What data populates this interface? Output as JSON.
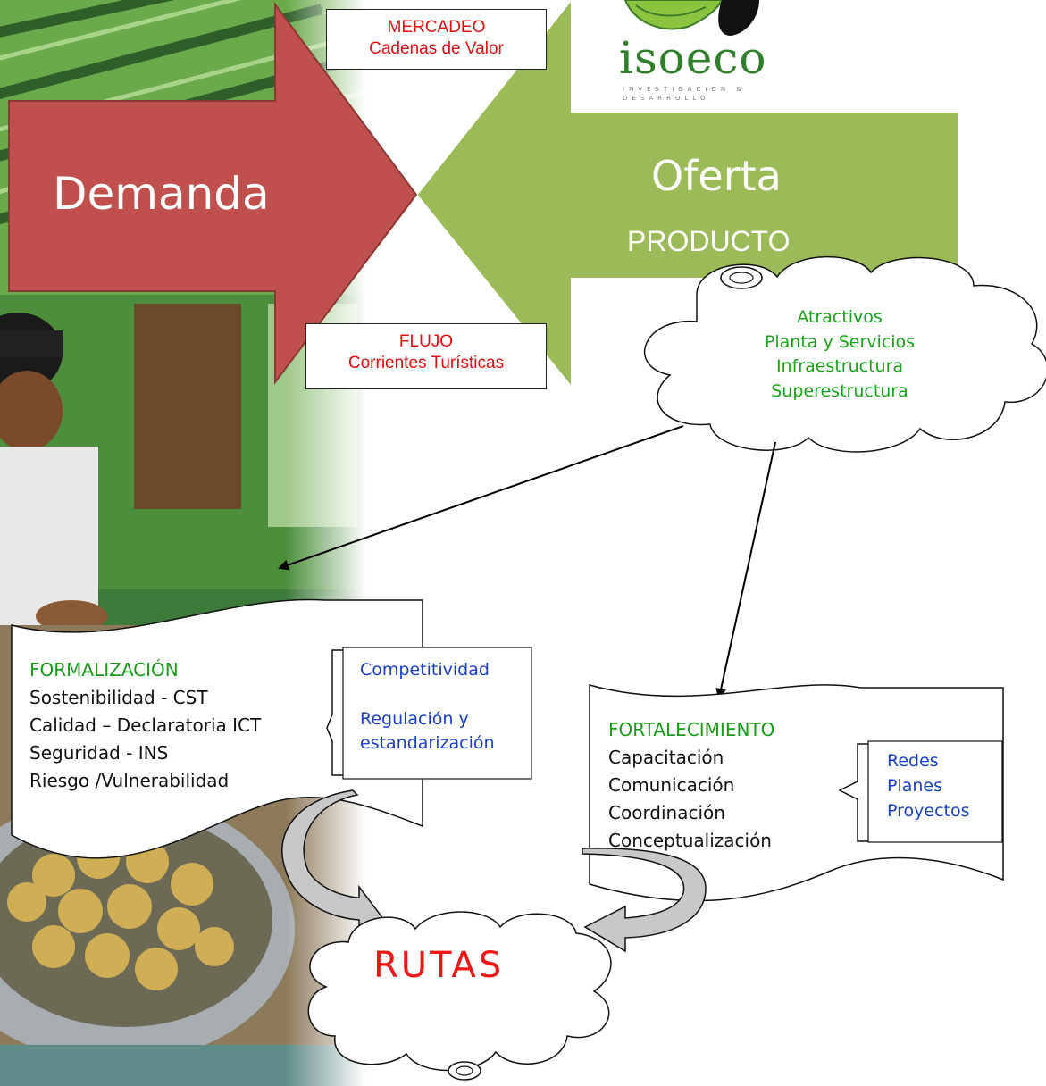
{
  "demand": {
    "title": "Demanda",
    "color": "#c0504d"
  },
  "offer": {
    "title": "Oferta",
    "subtitle": "PRODUCTO",
    "color": "#9bbb59"
  },
  "top_box": {
    "line1": "MERCADEO",
    "line2": "Cadenas de Valor"
  },
  "bottom_box": {
    "line1": "FLUJO",
    "line2": "Corrientes Turísticas"
  },
  "logo": {
    "word": "isoeco",
    "tagline1": "INVESTIGACION &",
    "tagline2": "DESARROLLO"
  },
  "offer_cloud": {
    "items": [
      "Atractivos",
      "Planta y Servicios",
      "Infraestructura",
      "Superestructura"
    ]
  },
  "formalizacion": {
    "heading": "FORMALIZACIÓN",
    "items": [
      "Sostenibilidad - CST",
      "Calidad – Declaratoria ICT",
      "Seguridad - INS",
      "Riesgo /Vulnerabilidad"
    ],
    "brace_items": [
      "Competitividad",
      "Regulación y",
      "estandarización"
    ]
  },
  "fortalecimiento": {
    "heading": "FORTALECIMIENTO",
    "items": [
      "Capacitación",
      "Comunicación",
      "Coordinación",
      "Conceptualización"
    ],
    "brace_items": [
      "Redes",
      "Planes",
      "Proyectos"
    ]
  },
  "rutas": {
    "label": "RUTAS"
  }
}
